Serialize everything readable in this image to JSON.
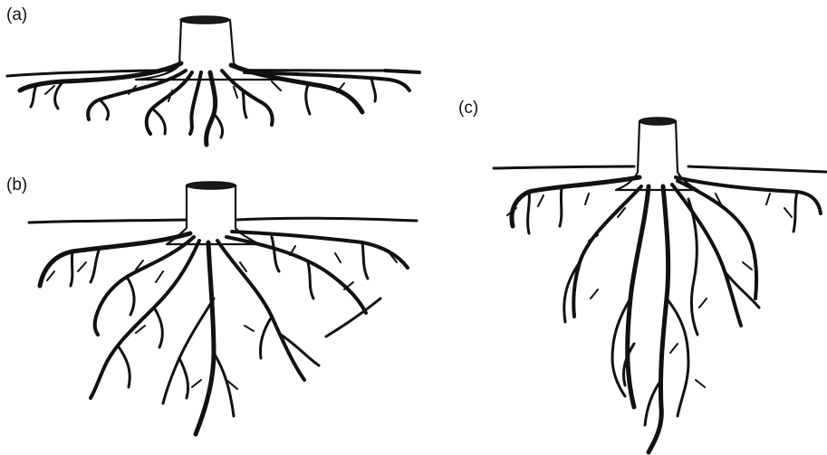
{
  "panels": [
    {
      "id": "a",
      "label": "(a)",
      "ink_color": "#111111"
    },
    {
      "id": "b",
      "label": "(b)",
      "ink_color": "#111111"
    },
    {
      "id": "c",
      "label": "(c)",
      "ink_color": "#111111"
    }
  ],
  "background_color": "#ffffff"
}
